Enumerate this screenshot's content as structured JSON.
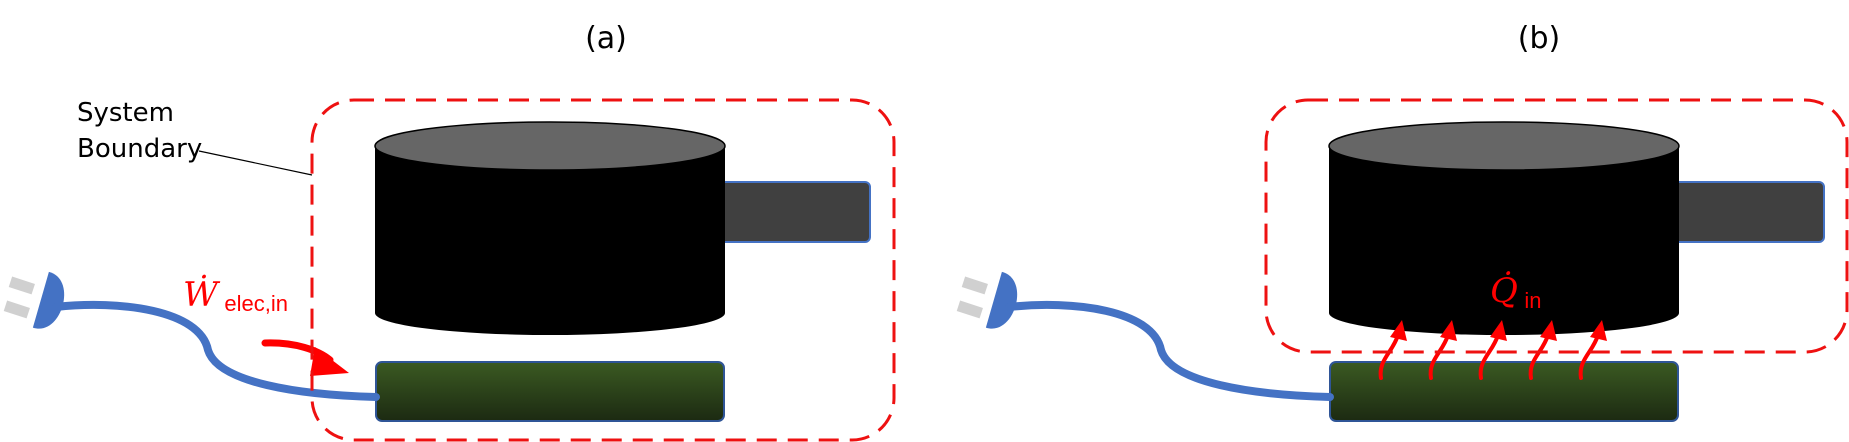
{
  "panels": {
    "a": {
      "label": "(a)"
    },
    "b": {
      "label": "(b)"
    }
  },
  "system_boundary_label": {
    "line1": "System",
    "line2": "Boundary"
  },
  "symbols": {
    "work": {
      "main": "Ẇ",
      "subscript": "elec,in"
    },
    "heat": {
      "main": "Q̇",
      "subscript": "in"
    }
  },
  "colors": {
    "boundary": "#ee1111",
    "pot_body": "#000000",
    "pot_lid": "#666666",
    "handle": "#404040",
    "handle_border": "#4472c4",
    "cord": "#4472c4",
    "heater_top": "#3b5a22",
    "heater_bottom": "#1c2a12",
    "prong": "#d0d0d0",
    "arrow": "#ff0000"
  }
}
